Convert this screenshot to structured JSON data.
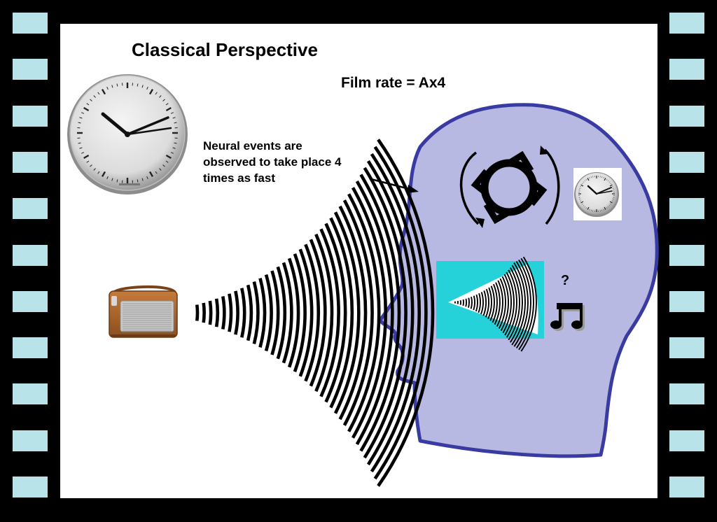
{
  "slide": {
    "title": "Classical Perspective",
    "film_rate": "Film rate = Ax4",
    "annotation": "Neural events are\nobserved to take place 4\ntimes as fast",
    "question_mark": "?"
  },
  "colors": {
    "film_strip": "#000000",
    "sprocket_hole": "#b8e3e8",
    "head_fill": "#b8b9e3",
    "head_outline": "#3a3aa3",
    "inset_background": "#25d2d9",
    "radio_body": "#b0692f"
  },
  "icons": [
    "wall-clock-icon",
    "radio-icon",
    "sound-wave-icon",
    "head-silhouette",
    "cycle-arrows-icon",
    "small-clock-icon",
    "music-note-icon"
  ]
}
